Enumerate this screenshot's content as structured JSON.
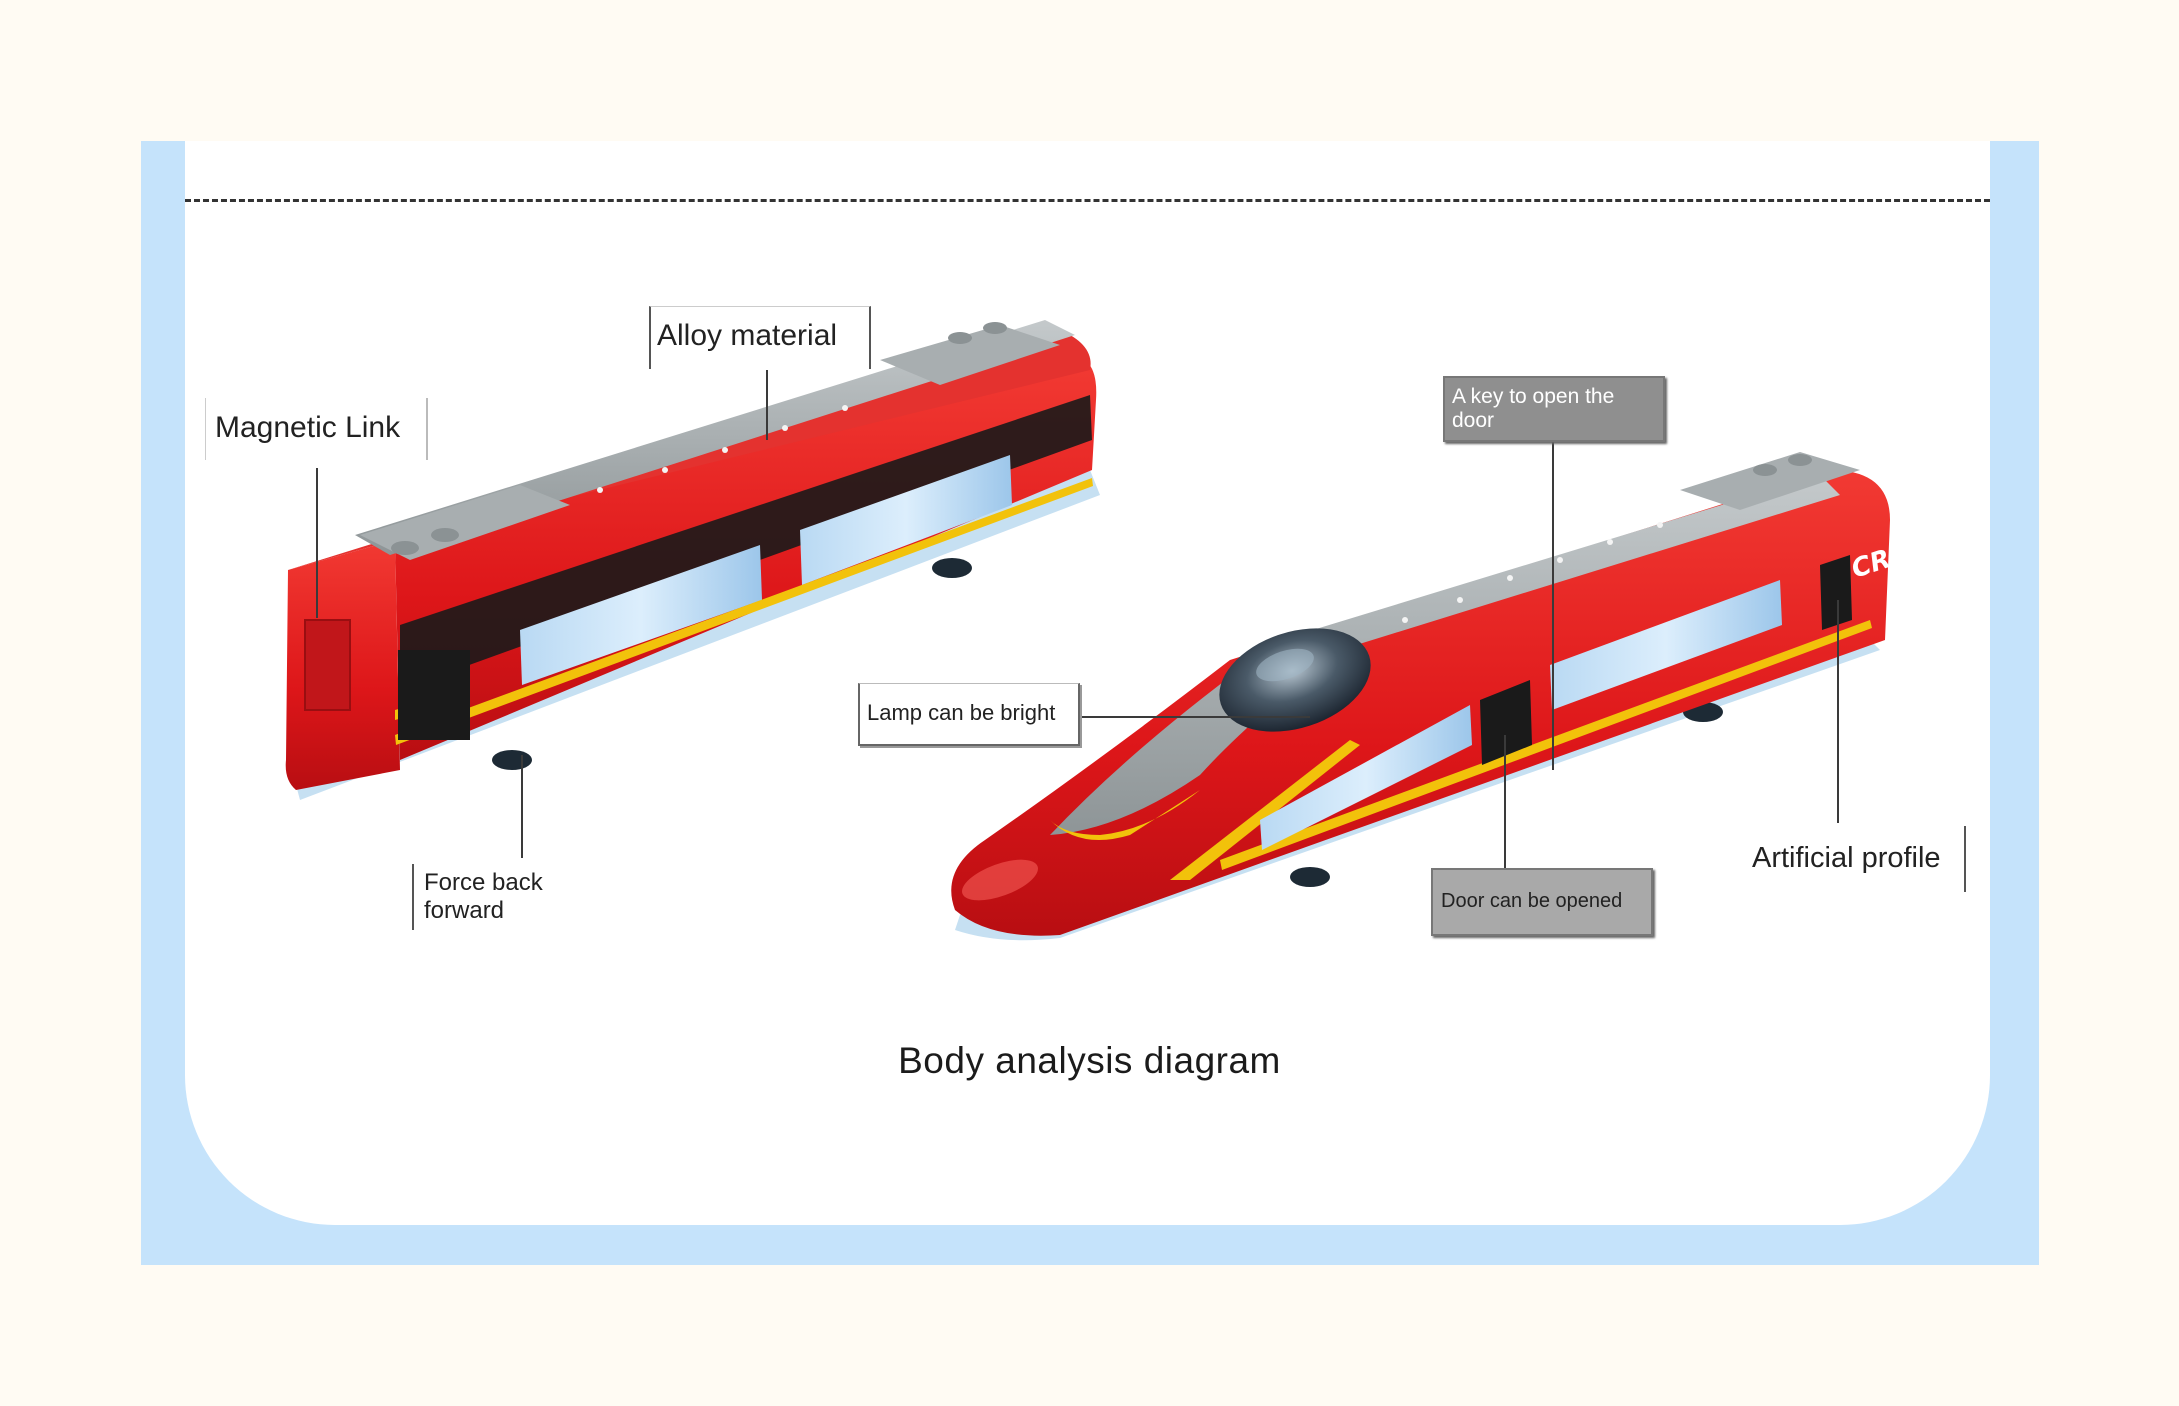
{
  "labels": {
    "alloy_material": "Alloy material",
    "magnetic_link": "Magnetic Link",
    "force_back_forward": "Force back\nforward",
    "lamp_can_be_bright": "Lamp can be bright",
    "key_open_door": "A key to open the\ndoor",
    "door_can_be_opened": "Door can be opened",
    "artificial_profile": "Artificial profile"
  },
  "caption": "Body analysis diagram",
  "colors": {
    "background": "#fffbf3",
    "frame": "#c5e3fb",
    "card": "#ffffff",
    "train_red": "#e0191b",
    "train_roof": "#a7adae",
    "train_base": "#c6e0f2",
    "stripe_yellow": "#f2c20b",
    "label_gray": "#8f8f8f"
  }
}
